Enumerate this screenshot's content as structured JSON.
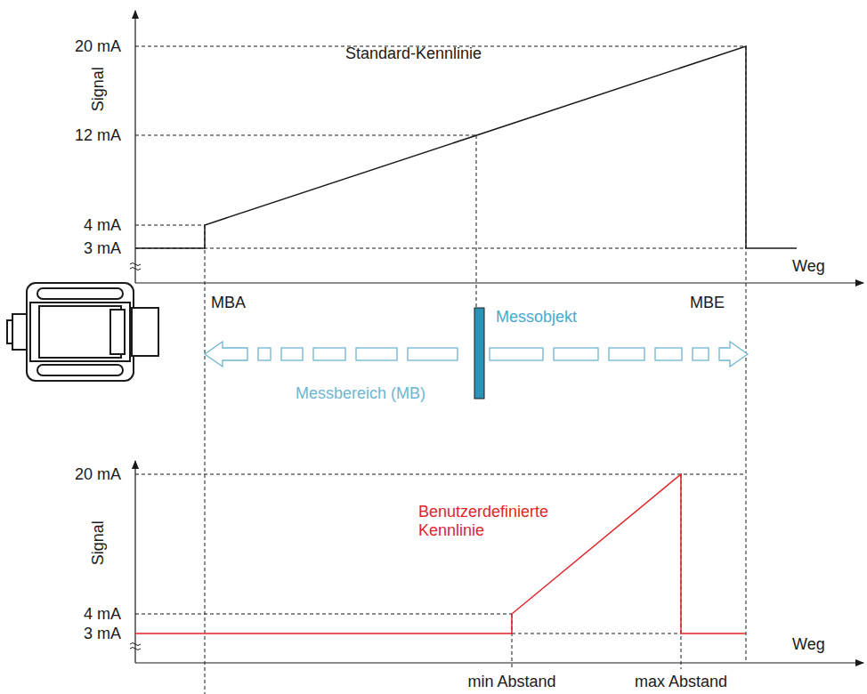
{
  "diagram": {
    "labels": [
      "20 mA",
      "Signal",
      "Standard-Kennlinie",
      "12 mA",
      "4 mA",
      "3 mA",
      "Weg",
      "MBA",
      "MBE",
      "Messobjekt",
      "Messbereich (MB)",
      "20 mA",
      "Signal",
      "Benutzerdefinierte Kennlinie",
      "4 mA",
      "3 mA",
      "Weg",
      "min Abstand",
      "max Abstand"
    ]
  }
}
